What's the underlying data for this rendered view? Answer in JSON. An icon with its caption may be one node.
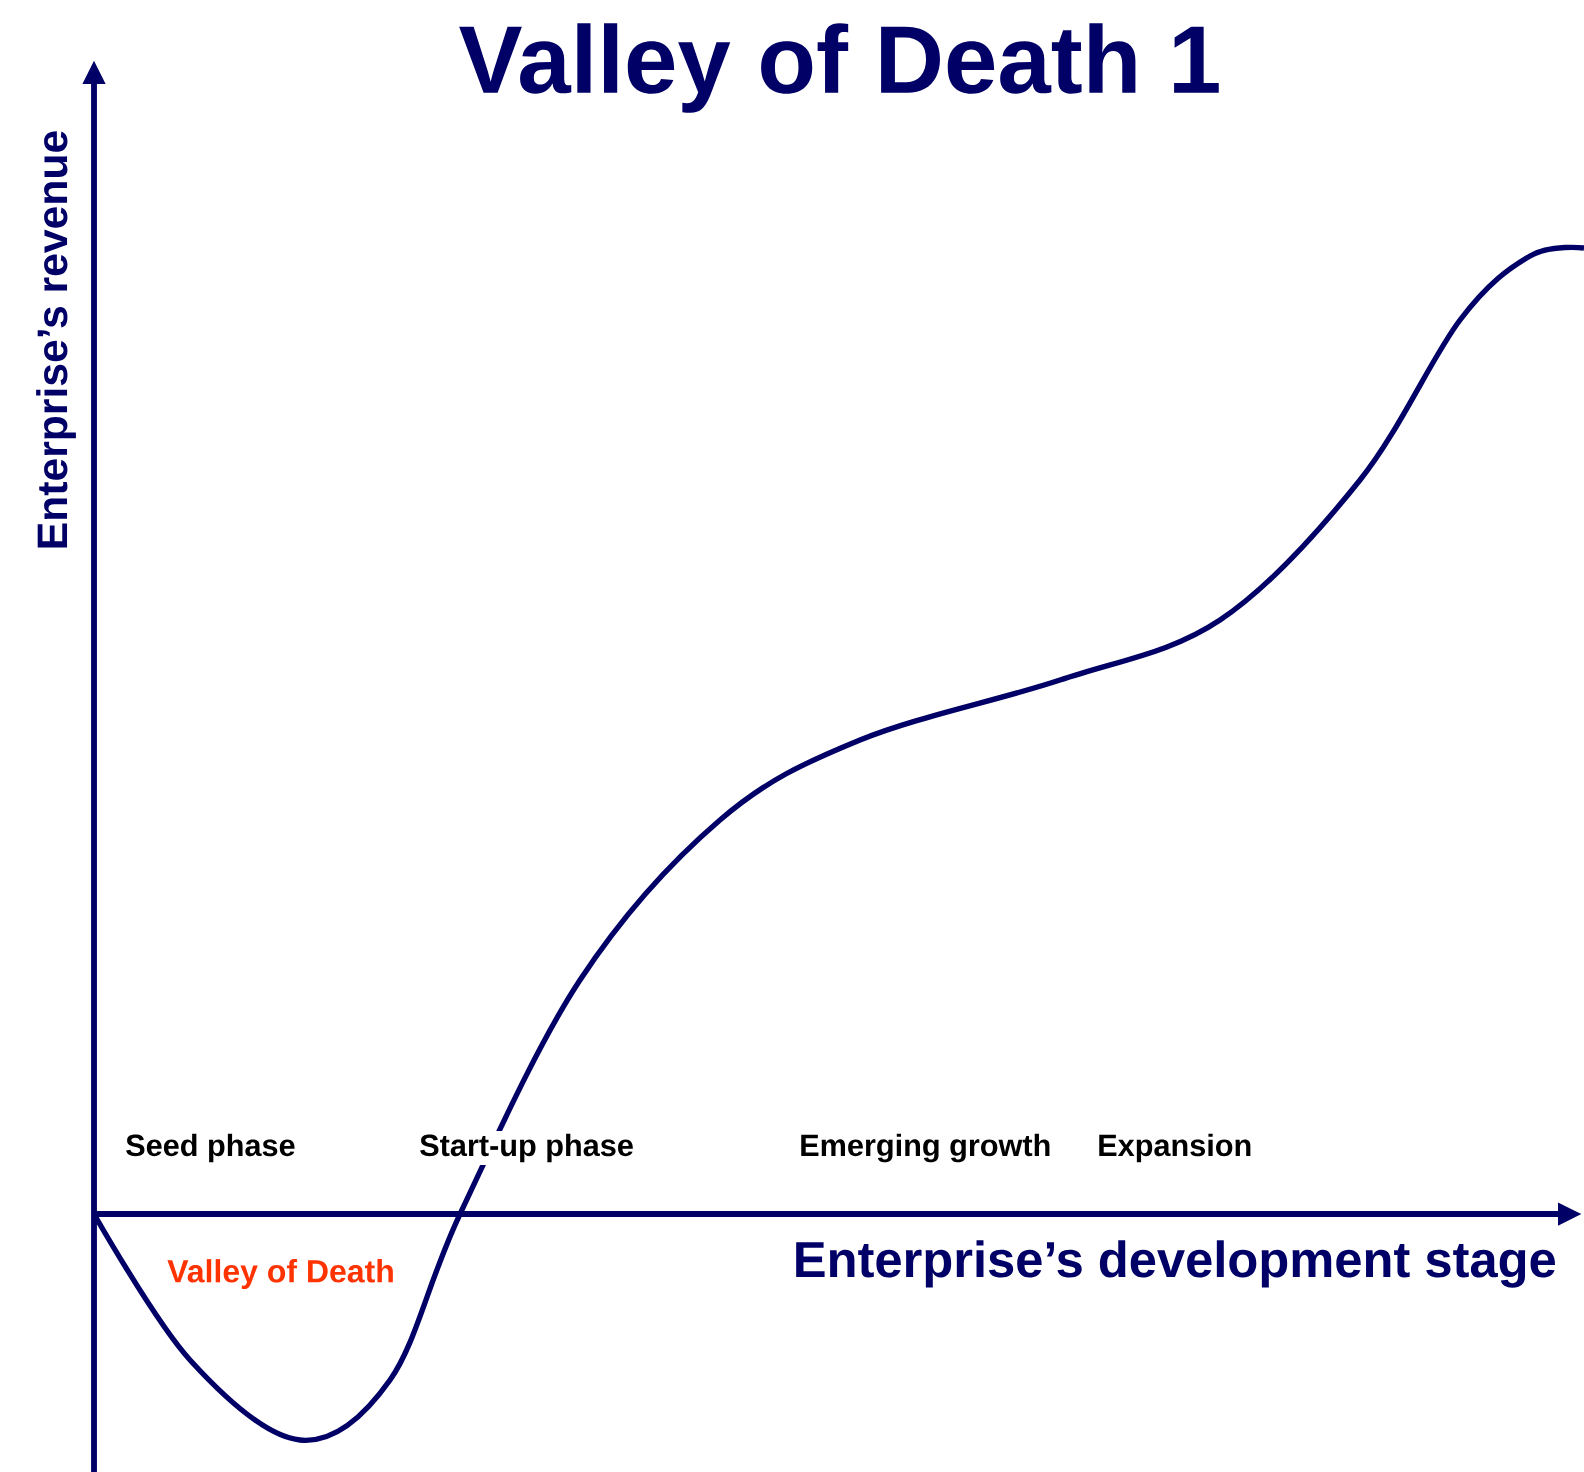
{
  "diagram": {
    "title": "Valley of Death 1",
    "labels": [
      "Enterprise’s revenue",
      "Seed phase",
      "Start-up phase",
      "Emerging growth",
      "Expansion",
      "Valley of Death",
      "Enterprise’s development  stage"
    ]
  }
}
